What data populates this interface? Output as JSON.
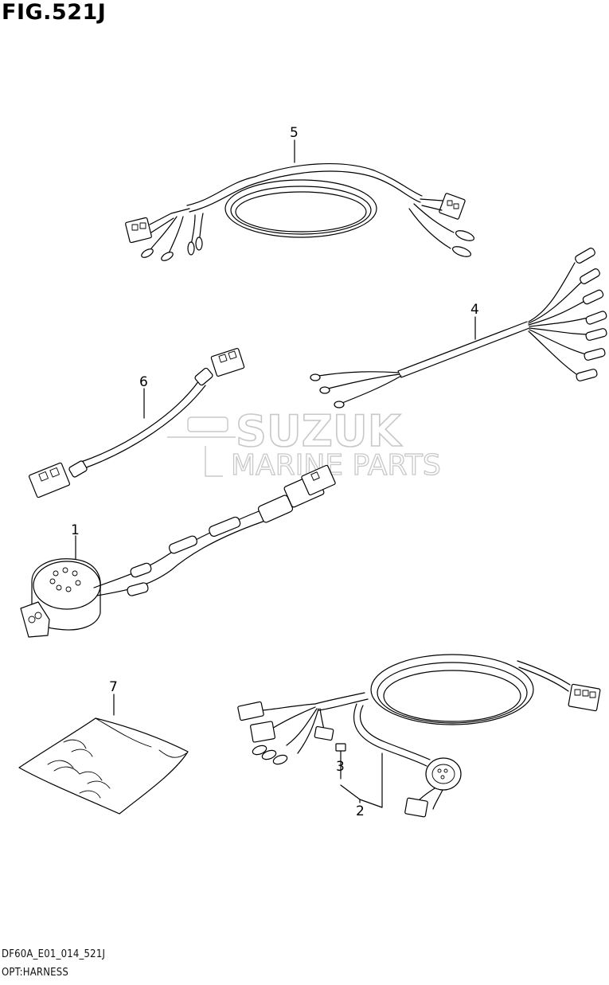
{
  "figure": {
    "title": "FIG.521J",
    "code": "DF60A_E01_014_521J",
    "name": "OPT:HARNESS"
  },
  "watermark": {
    "line1": "SUZUK",
    "line2": "MARINE PARTS"
  },
  "callouts": [
    {
      "id": "1",
      "label": "1"
    },
    {
      "id": "2",
      "label": "2"
    },
    {
      "id": "3",
      "label": "3"
    },
    {
      "id": "4",
      "label": "4"
    },
    {
      "id": "5",
      "label": "5"
    },
    {
      "id": "6",
      "label": "6"
    },
    {
      "id": "7",
      "label": "7"
    }
  ]
}
